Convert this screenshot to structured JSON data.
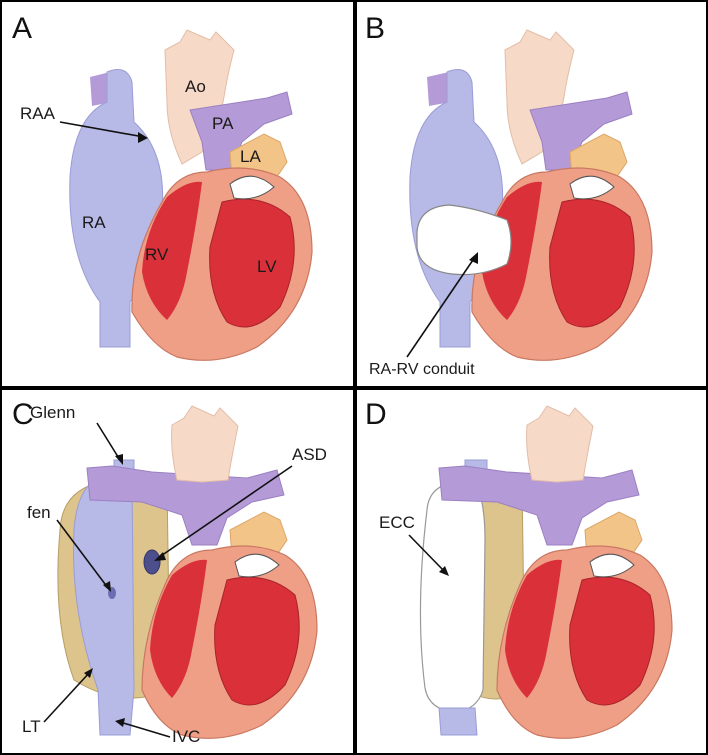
{
  "panels": [
    {
      "letter": "A",
      "labels": {
        "ao": "Ao",
        "raa": "RAA",
        "pa": "PA",
        "la": "LA",
        "ra": "RA",
        "rv": "RV",
        "lv": "LV"
      }
    },
    {
      "letter": "B",
      "labels": {
        "conduit": "RA-RV conduit"
      }
    },
    {
      "letter": "C",
      "labels": {
        "glenn": "Glenn",
        "asd": "ASD",
        "fen": "fen",
        "lt": "LT",
        "ivc": "IVC"
      }
    },
    {
      "letter": "D",
      "labels": {
        "ecc": "ECC"
      }
    }
  ],
  "colors": {
    "vena_blue": "#b7b9e6",
    "vena_blue_dark": "#9a9dd6",
    "aorta": "#f7d9c7",
    "pa_purple": "#b59ad8",
    "la_orange": "#f3c487",
    "rv_red": "#d9303a",
    "ventricle_pink": "#ef9f86",
    "tan": "#dcc48c",
    "conduit_white": "#ffffff"
  }
}
